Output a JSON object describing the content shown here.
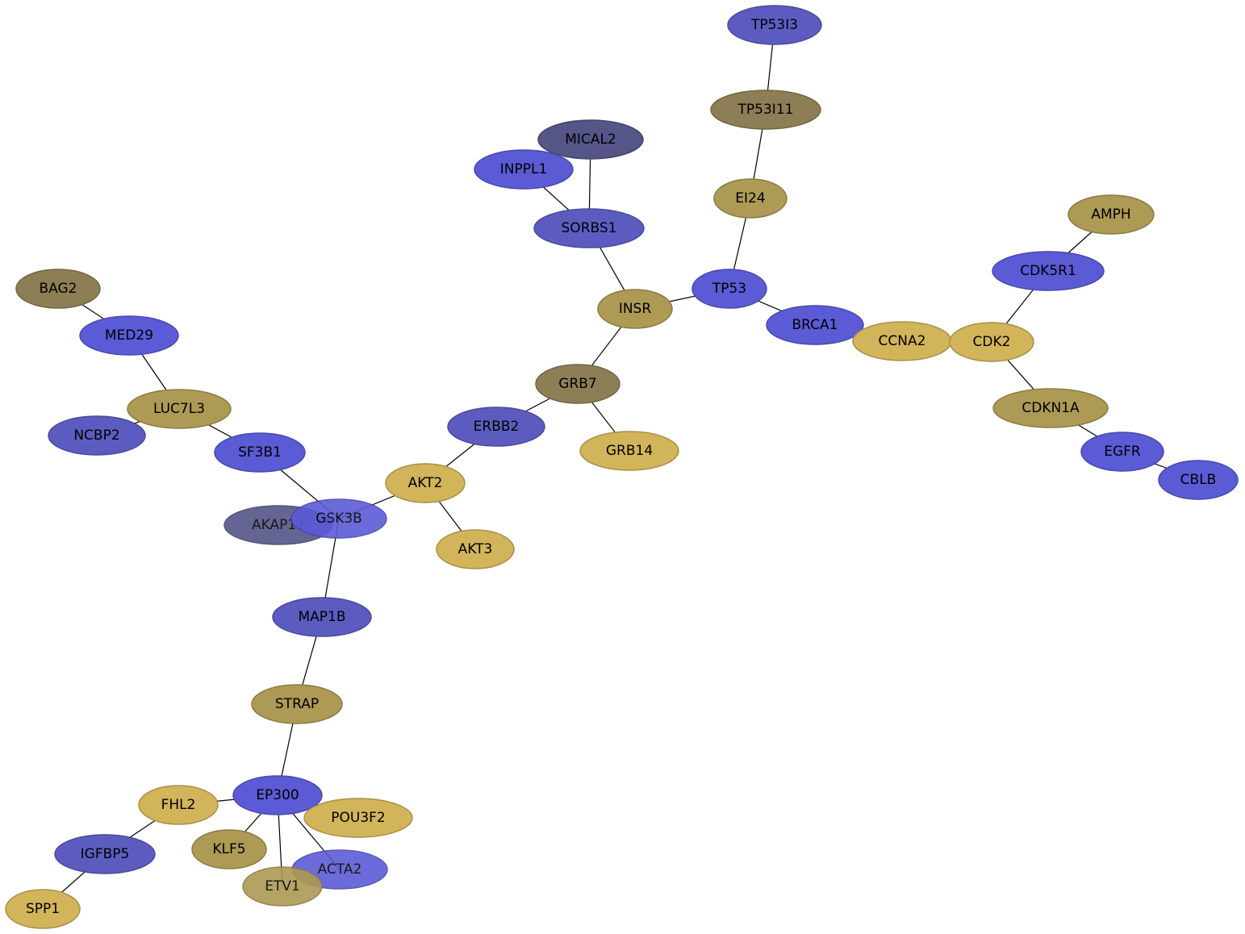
{
  "palette": {
    "blue": "#5b5bd6",
    "blue_medium": "#5c5cc0",
    "slate": "#555588",
    "gold_light": "#d2b45a",
    "gold": "#ad9a55",
    "olive": "#8e7e55"
  },
  "nodes": [
    {
      "id": "TP53I3",
      "label": "TP53I3",
      "color": "blue_medium"
    },
    {
      "id": "TP53I11",
      "label": "TP53I11",
      "color": "olive"
    },
    {
      "id": "MICAL2",
      "label": "MICAL2",
      "color": "slate"
    },
    {
      "id": "INPPL1",
      "label": "INPPL1",
      "color": "blue"
    },
    {
      "id": "EI24",
      "label": "EI24",
      "color": "gold"
    },
    {
      "id": "AMPH",
      "label": "AMPH",
      "color": "gold"
    },
    {
      "id": "SORBS1",
      "label": "SORBS1",
      "color": "blue_medium"
    },
    {
      "id": "CDK5R1",
      "label": "CDK5R1",
      "color": "blue"
    },
    {
      "id": "BAG2",
      "label": "BAG2",
      "color": "olive"
    },
    {
      "id": "TP53",
      "label": "TP53",
      "color": "blue"
    },
    {
      "id": "INSR",
      "label": "INSR",
      "color": "gold"
    },
    {
      "id": "BRCA1",
      "label": "BRCA1",
      "color": "blue"
    },
    {
      "id": "MED29",
      "label": "MED29",
      "color": "blue"
    },
    {
      "id": "CCNA2",
      "label": "CCNA2",
      "color": "gold_light"
    },
    {
      "id": "CDK2",
      "label": "CDK2",
      "color": "gold_light"
    },
    {
      "id": "GRB7",
      "label": "GRB7",
      "color": "olive"
    },
    {
      "id": "LUC7L3",
      "label": "LUC7L3",
      "color": "gold"
    },
    {
      "id": "CDKN1A",
      "label": "CDKN1A",
      "color": "gold"
    },
    {
      "id": "ERBB2",
      "label": "ERBB2",
      "color": "blue_medium"
    },
    {
      "id": "NCBP2",
      "label": "NCBP2",
      "color": "blue_medium"
    },
    {
      "id": "GRB14",
      "label": "GRB14",
      "color": "gold_light"
    },
    {
      "id": "EGFR",
      "label": "EGFR",
      "color": "blue"
    },
    {
      "id": "SF3B1",
      "label": "SF3B1",
      "color": "blue"
    },
    {
      "id": "CBLB",
      "label": "CBLB",
      "color": "blue"
    },
    {
      "id": "AKT2",
      "label": "AKT2",
      "color": "gold_light"
    },
    {
      "id": "AKAP11",
      "label": "AKAP11",
      "color": "slate"
    },
    {
      "id": "GSK3B",
      "label": "GSK3B",
      "color": "blue"
    },
    {
      "id": "AKT3",
      "label": "AKT3",
      "color": "gold_light"
    },
    {
      "id": "MAP1B",
      "label": "MAP1B",
      "color": "blue_medium"
    },
    {
      "id": "STRAP",
      "label": "STRAP",
      "color": "gold"
    },
    {
      "id": "FHL2",
      "label": "FHL2",
      "color": "gold_light"
    },
    {
      "id": "EP300",
      "label": "EP300",
      "color": "blue"
    },
    {
      "id": "POU3F2",
      "label": "POU3F2",
      "color": "gold_light"
    },
    {
      "id": "KLF5",
      "label": "KLF5",
      "color": "gold"
    },
    {
      "id": "IGFBP5",
      "label": "IGFBP5",
      "color": "blue_medium"
    },
    {
      "id": "ACTA2",
      "label": "ACTA2",
      "color": "blue"
    },
    {
      "id": "ETV1",
      "label": "ETV1",
      "color": "gold"
    },
    {
      "id": "SPP1",
      "label": "SPP1",
      "color": "gold_light"
    }
  ],
  "edges": [
    [
      "TP53I3",
      "TP53I11"
    ],
    [
      "TP53I11",
      "EI24"
    ],
    [
      "EI24",
      "TP53"
    ],
    [
      "TP53",
      "INSR"
    ],
    [
      "TP53",
      "BRCA1"
    ],
    [
      "BRCA1",
      "CCNA2"
    ],
    [
      "CCNA2",
      "CDK2"
    ],
    [
      "CDK2",
      "CDK5R1"
    ],
    [
      "CDK5R1",
      "AMPH"
    ],
    [
      "CDK2",
      "CDKN1A"
    ],
    [
      "CDKN1A",
      "EGFR"
    ],
    [
      "EGFR",
      "CBLB"
    ],
    [
      "MICAL2",
      "SORBS1"
    ],
    [
      "INPPL1",
      "SORBS1"
    ],
    [
      "SORBS1",
      "INSR"
    ],
    [
      "INSR",
      "GRB7"
    ],
    [
      "GRB7",
      "GRB14"
    ],
    [
      "GRB7",
      "ERBB2"
    ],
    [
      "ERBB2",
      "AKT2"
    ],
    [
      "AKT2",
      "AKT3"
    ],
    [
      "AKT2",
      "GSK3B"
    ],
    [
      "GSK3B",
      "SF3B1"
    ],
    [
      "SF3B1",
      "LUC7L3"
    ],
    [
      "LUC7L3",
      "NCBP2"
    ],
    [
      "LUC7L3",
      "MED29"
    ],
    [
      "MED29",
      "BAG2"
    ],
    [
      "GSK3B",
      "MAP1B"
    ],
    [
      "MAP1B",
      "STRAP"
    ],
    [
      "STRAP",
      "EP300"
    ],
    [
      "EP300",
      "FHL2"
    ],
    [
      "EP300",
      "KLF5"
    ],
    [
      "EP300",
      "ETV1"
    ],
    [
      "EP300",
      "ACTA2"
    ],
    [
      "FHL2",
      "IGFBP5"
    ],
    [
      "IGFBP5",
      "SPP1"
    ]
  ]
}
